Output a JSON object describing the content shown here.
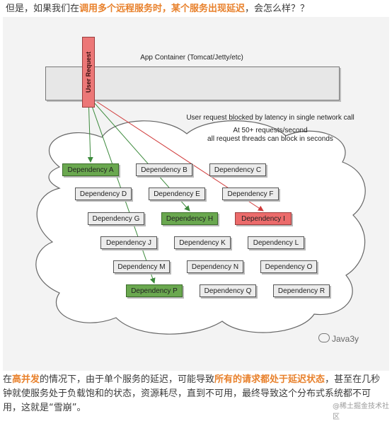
{
  "intro": {
    "prefix": "但是，如果我们在",
    "highlight": "调用多个远程服务时，某个服务出现延迟",
    "suffix": "，会怎么样？？"
  },
  "diagram": {
    "container_label": "App Container (Tomcat/Jetty/etc)",
    "user_request": "User Request",
    "note_line1": "User request blocked by latency in single network call",
    "note_line2": "At 50+ requests/second",
    "note_line3": "all request threads can block in seconds",
    "colors": {
      "healthy": "#6aa84f",
      "latent": "#ec6b6b",
      "normal": "#ececec",
      "cloud_fill": "#ffffff"
    },
    "dependencies": [
      {
        "label": "Dependency A",
        "status": "healthy"
      },
      {
        "label": "Dependency B",
        "status": "normal"
      },
      {
        "label": "Dependency C",
        "status": "normal"
      },
      {
        "label": "Dependency D",
        "status": "normal"
      },
      {
        "label": "Dependency E",
        "status": "normal"
      },
      {
        "label": "Dependency F",
        "status": "normal"
      },
      {
        "label": "Dependency G",
        "status": "normal"
      },
      {
        "label": "Dependency H",
        "status": "healthy"
      },
      {
        "label": "Dependency I",
        "status": "latent"
      },
      {
        "label": "Dependency J",
        "status": "normal"
      },
      {
        "label": "Dependency K",
        "status": "normal"
      },
      {
        "label": "Dependency L",
        "status": "normal"
      },
      {
        "label": "Dependency M",
        "status": "normal"
      },
      {
        "label": "Dependency N",
        "status": "normal"
      },
      {
        "label": "Dependency O",
        "status": "normal"
      },
      {
        "label": "Dependency P",
        "status": "healthy"
      },
      {
        "label": "Dependency Q",
        "status": "normal"
      },
      {
        "label": "Dependency R",
        "status": "normal"
      }
    ],
    "watermark": "Java3y"
  },
  "outro": {
    "t1": "在",
    "h1": "高并发",
    "t2": "的情况下，由于单个服务的延迟，可能导致",
    "h2": "所有的请求都处于延迟状态",
    "t3": "，甚至在几秒钟就使服务处于负载饱和的状态，资源耗尽，直到不可用，最终导致这个分布式系统都不可用，这就是“雪崩”。"
  },
  "site_watermark": "@稀土掘金技术社区"
}
